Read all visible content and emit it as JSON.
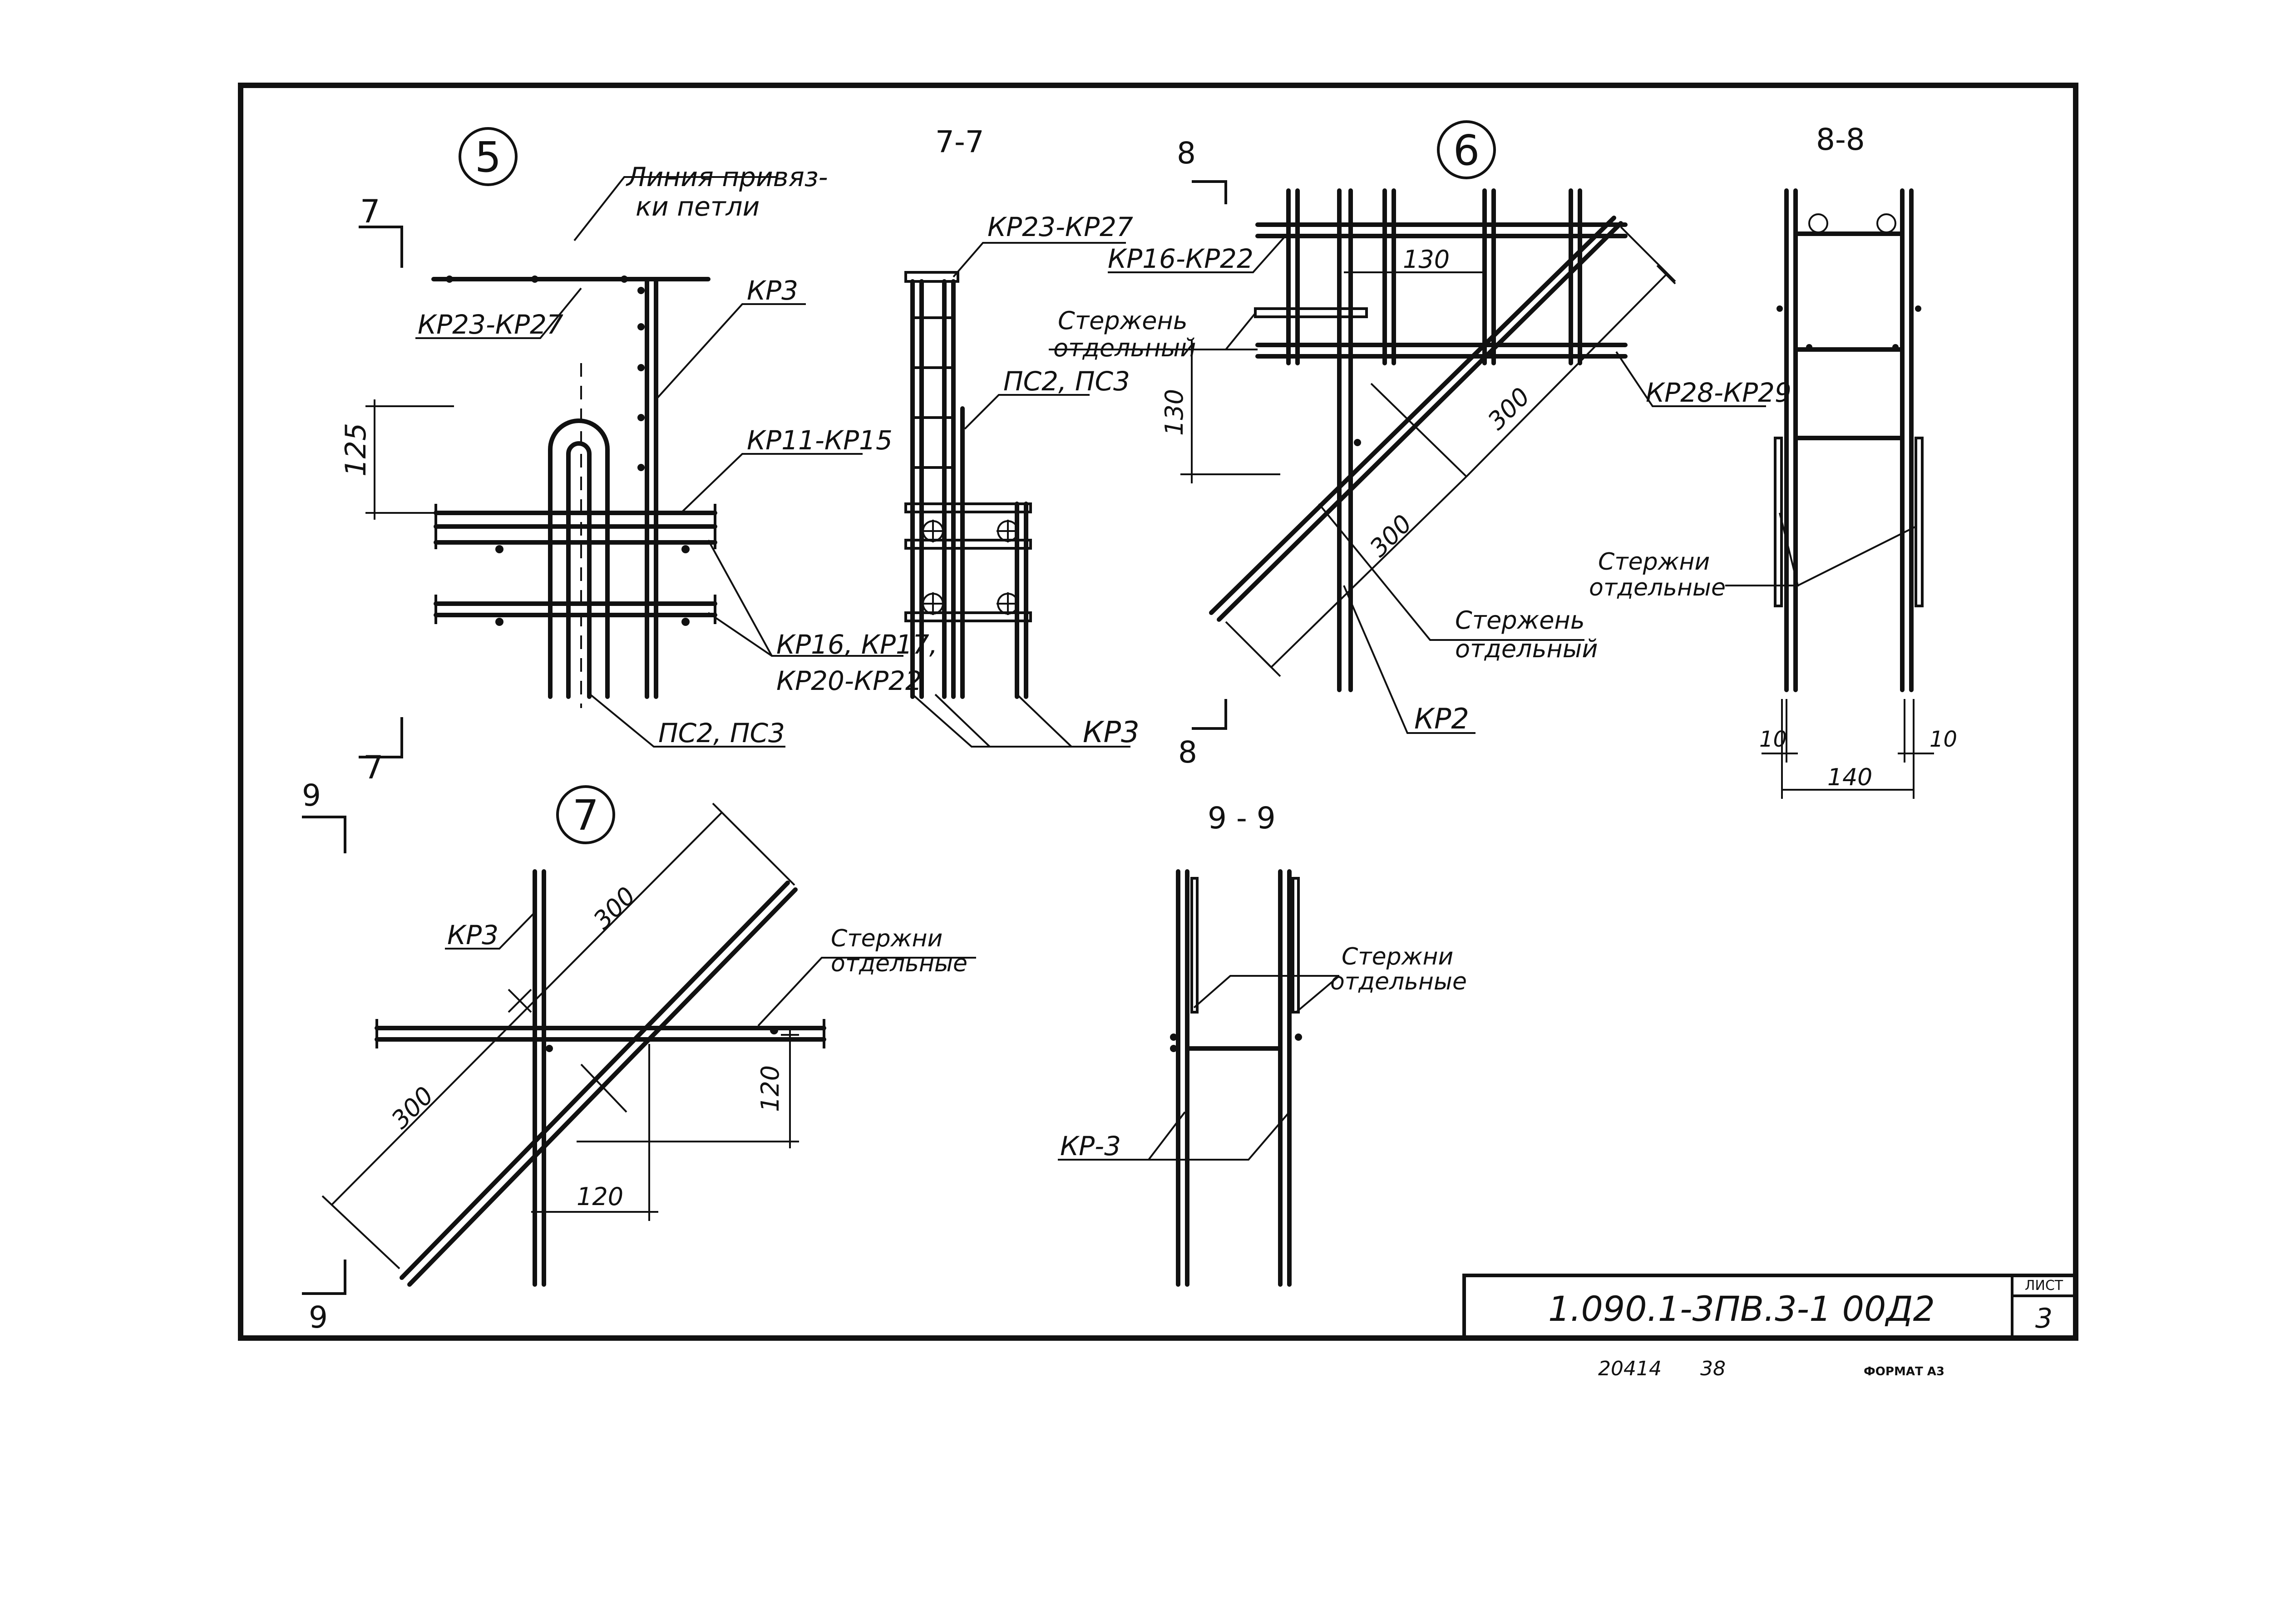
{
  "sheet": {
    "doc_code": "1.090.1-3ПВ.3-1  00Д2",
    "list_label": "ЛИСТ",
    "list_number": "3",
    "footer_number": "20414",
    "footer_num2": "38",
    "format": "ФОРМАТ А3"
  },
  "node5": {
    "number": "5",
    "section_top": "7",
    "section_bottom": "7",
    "labels": {
      "liniya1": "Линия привяз-",
      "liniya2": "ки петли",
      "kr23": "КР23-КР27",
      "kr3": "КР3",
      "kr11": "КР11-КР15",
      "kr16a": "КР16, КР17,",
      "kr16b": "КР20-КР22",
      "ps": "ПС2, ПС3"
    },
    "dims": {
      "d125": "125"
    }
  },
  "sec77": {
    "title": "7-7",
    "labels": {
      "kr23": "КР23-КР27",
      "ps": "ПС2, ПС3",
      "kr3": "КР3"
    }
  },
  "node6": {
    "number": "6",
    "section_top": "8",
    "section_bottom": "8",
    "labels": {
      "kr16": "КР16-КР22",
      "sterzhen1a": "Стержень",
      "sterzhen1b": "отдельный",
      "kr28": "КР28-КР29",
      "sterzhen2a": "Стержень",
      "sterzhen2b": "отдельный",
      "kr2": "КР2"
    },
    "dims": {
      "d130a": "130",
      "d130b": "130",
      "d300a": "300",
      "d300b": "300"
    }
  },
  "sec88": {
    "title": "8-8",
    "labels": {
      "sterzhni1": "Стержни",
      "sterzhni2": "отдельные"
    },
    "dims": {
      "d10a": "10",
      "d10b": "10",
      "d140": "140"
    }
  },
  "node7": {
    "number": "7",
    "section_top": "9",
    "section_bottom": "9",
    "labels": {
      "kr3": "КР3",
      "sterzhni1": "Стержни",
      "sterzhni2": "отдельные"
    },
    "dims": {
      "d300a": "300",
      "d300b": "300",
      "d120a": "120",
      "d120b": "120"
    }
  },
  "sec99": {
    "title": "9 - 9",
    "labels": {
      "sterzhni1": "Стержни",
      "sterzhni2": "отдельные",
      "kr3": "КР-3"
    }
  }
}
